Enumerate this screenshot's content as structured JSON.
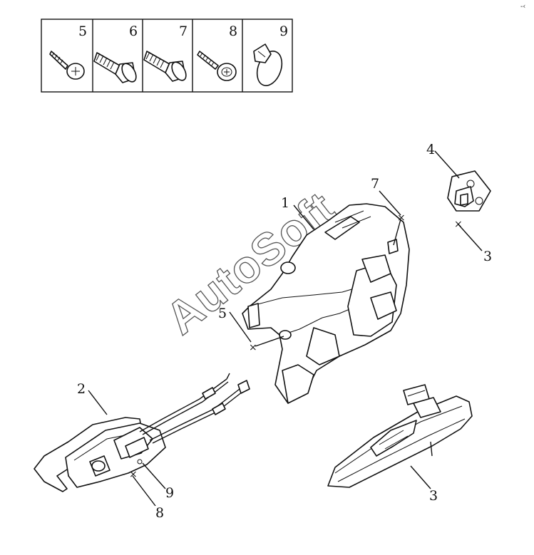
{
  "fastener_table": {
    "cells": [
      {
        "number": "5",
        "icon": "pan-head-screw-icon"
      },
      {
        "number": "6",
        "icon": "countersunk-bolt-icon"
      },
      {
        "number": "7",
        "icon": "countersunk-bolt-icon"
      },
      {
        "number": "8",
        "icon": "washer-head-screw-icon"
      },
      {
        "number": "9",
        "icon": "clip-icon"
      }
    ]
  },
  "callouts": {
    "lock_assembly": "1",
    "inner_handle": "2",
    "outer_handle": "3",
    "striker_fastener": "3",
    "striker": "4",
    "lock_fastener_left": "5",
    "lock_fastener_top": "7",
    "handle_clip": "9",
    "handle_screw": "8"
  },
  "watermark": "AutoSoft",
  "corner_mark": "-‹"
}
